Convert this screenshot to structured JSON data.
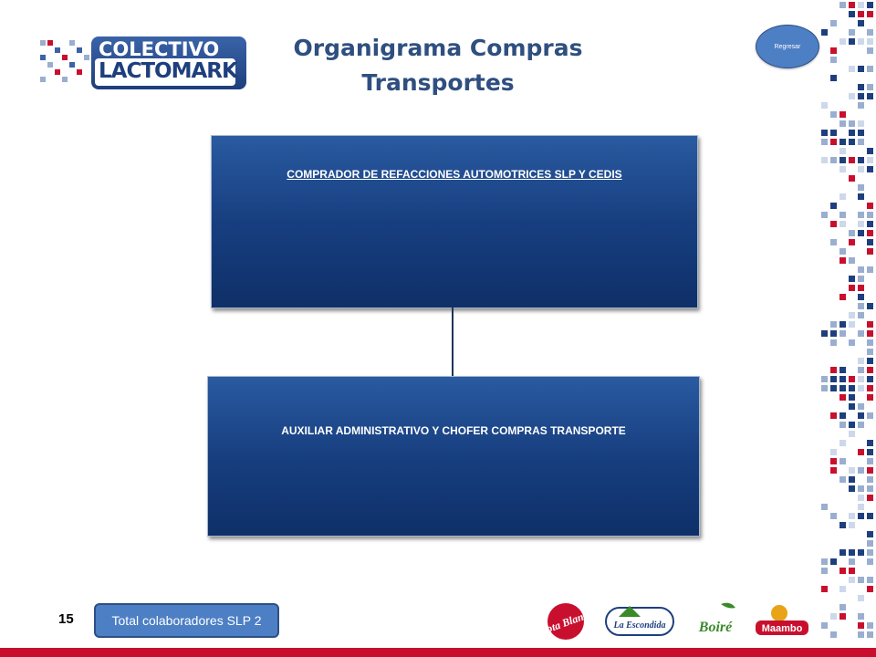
{
  "logo": {
    "line1": "COLECTIVO",
    "line2": "LACTOMARK"
  },
  "title": {
    "line1": "Organigrama Compras",
    "line2": "Transportes"
  },
  "back_button": {
    "label": "Regresar"
  },
  "org": {
    "top_role": "COMPRADOR DE REFACCIONES  AUTOMOTRICES SLP Y CEDIS",
    "bottom_role": "AUXILIAR ADMINISTRATIVO Y CHOFER COMPRAS TRANSPORTE"
  },
  "footer": {
    "page_number": "15",
    "total_label": "Total  colaboradores SLP 2"
  },
  "brands": [
    {
      "name": "Gota Blanca",
      "color": "#c8102e"
    },
    {
      "name": "La Escondida",
      "color": "#1e3f7d"
    },
    {
      "name": "Boiré",
      "color": "#3a8a2a"
    },
    {
      "name": "Maambo",
      "color": "#c8102e"
    }
  ],
  "colors": {
    "accent_blue": "#4d7fc4",
    "box_blue": "#173f80",
    "brand_red": "#c8102e"
  }
}
